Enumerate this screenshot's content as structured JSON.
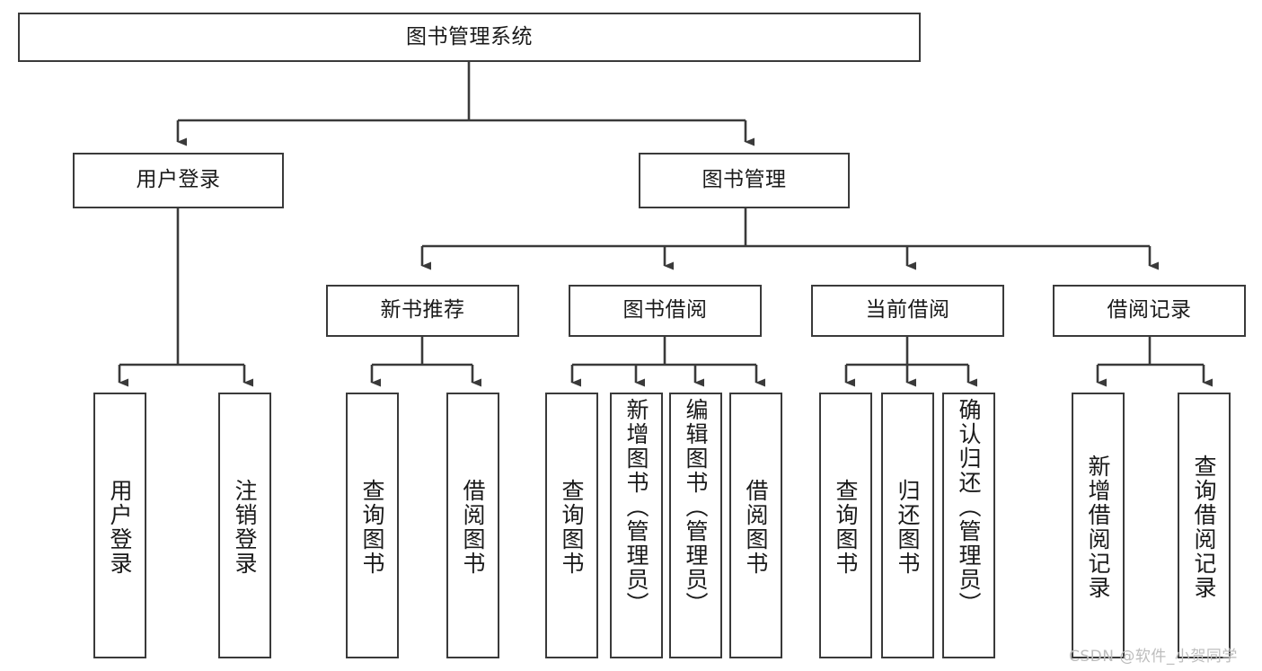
{
  "diagram": {
    "type": "tree-hierarchy",
    "title": "图书管理系统",
    "root": {
      "label": "图书管理系统"
    },
    "level2": [
      {
        "label": "用户登录"
      },
      {
        "label": "图书管理"
      }
    ],
    "level3": [
      {
        "label": "新书推荐"
      },
      {
        "label": "图书借阅"
      },
      {
        "label": "当前借阅"
      },
      {
        "label": "借阅记录"
      }
    ],
    "leaves": {
      "user_login": [
        {
          "label": "用户登录"
        },
        {
          "label": "注销登录"
        }
      ],
      "new_book_recommend": [
        {
          "label": "查询图书"
        },
        {
          "label": "借阅图书"
        }
      ],
      "book_borrow": [
        {
          "label": "查询图书"
        },
        {
          "label": "新增图书（管理员）"
        },
        {
          "label": "编辑图书（管理员）"
        },
        {
          "label": "借阅图书"
        }
      ],
      "current_borrow": [
        {
          "label": "查询图书"
        },
        {
          "label": "归还图书"
        },
        {
          "label": "确认归还（管理员）"
        }
      ],
      "borrow_record": [
        {
          "label": "新增借阅记录"
        },
        {
          "label": "查询借阅记录"
        }
      ]
    }
  },
  "watermark": {
    "text": "CSDN @软件_小贺同学"
  },
  "colors": {
    "stroke": "#3a3a3a",
    "background": "#ffffff",
    "text": "#1a1a1a",
    "watermark": "#bdbdbd"
  }
}
